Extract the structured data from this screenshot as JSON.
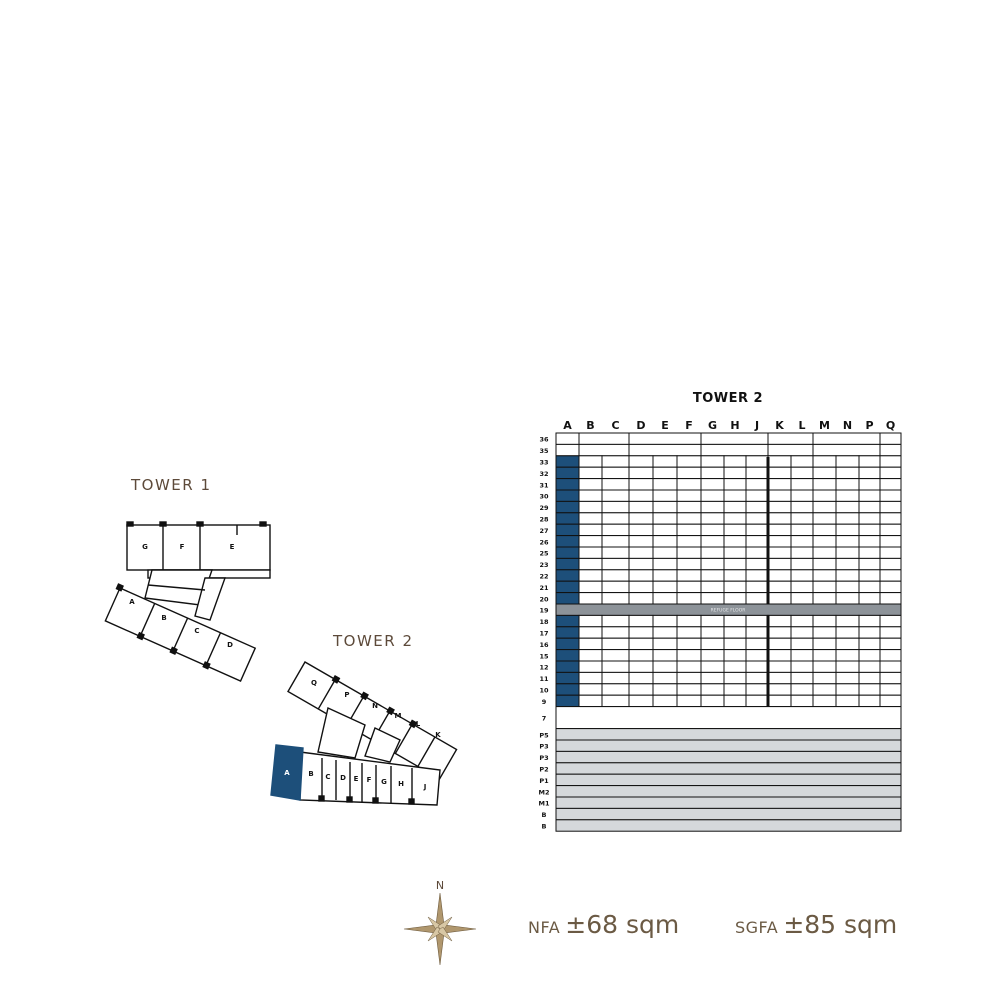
{
  "tower1_label": "TOWER 1",
  "tower2_label": "TOWER 2",
  "grid": {
    "title": "TOWER 2",
    "columns": [
      "A",
      "B",
      "C",
      "D",
      "E",
      "F",
      "G",
      "H",
      "J",
      "K",
      "L",
      "M",
      "N",
      "P",
      "Q"
    ],
    "top_rows": [
      "36",
      "35"
    ],
    "upper_rows": [
      "33",
      "32",
      "31",
      "30",
      "29",
      "28",
      "27",
      "26",
      "25",
      "23",
      "22",
      "21",
      "20"
    ],
    "refuge_row": "19",
    "refuge_text": "REFUGE FLOOR",
    "lower_rows": [
      "18",
      "17",
      "16",
      "15",
      "12",
      "11",
      "10",
      "9"
    ],
    "amenity_row": "7",
    "parking_rows": [
      "P5",
      "P3",
      "P3",
      "P2",
      "P1",
      "M2",
      "M1",
      "B",
      "B"
    ],
    "highlight_column": "A"
  },
  "tower1_units": [
    "G",
    "F",
    "E",
    "A",
    "B",
    "C",
    "D"
  ],
  "tower2_units": [
    "Q",
    "P",
    "N",
    "M",
    "L",
    "K",
    "A",
    "B",
    "C",
    "D",
    "E",
    "F",
    "G",
    "H",
    "J"
  ],
  "highlighted_unit": "A",
  "compass_label": "N",
  "nfa": {
    "label": "NFA",
    "value": "±68 sqm"
  },
  "sgfa": {
    "label": "SGFA",
    "value": "±85 sqm"
  },
  "colors": {
    "highlight": "#1d4f7a",
    "refuge": "#8d9399",
    "parking": "#d5d8db",
    "label_brown": "#5d4a3a",
    "area_brown": "#6b5a44",
    "compass_gold": "#b0976e"
  }
}
